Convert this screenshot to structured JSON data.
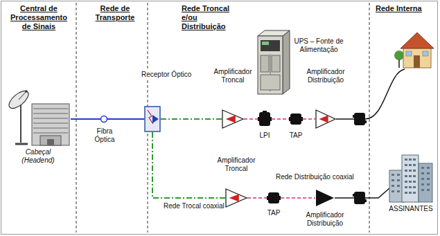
{
  "diagram": {
    "nodes": [
      {
        "text": [
          "Cabeçal (Headend)"
        ]
      },
      {
        "text": [
          "Receptor Óptico"
        ]
      },
      {
        "text": [
          "Amplificador Troncal"
        ]
      },
      {
        "text": [
          "UPS – Fonte de Alimentação"
        ]
      },
      {
        "text": [
          "LPI"
        ]
      },
      {
        "text": [
          "TAP"
        ]
      },
      {
        "text": [
          "Amplificador Distribuição"
        ]
      },
      {
        "text": [
          "Amplificador Troncal"
        ]
      },
      {
        "text": [
          "TAP"
        ]
      },
      {
        "text": [
          "Amplificador Distribuição"
        ]
      },
      {
        "text": [
          "ASSINANTES"
        ]
      }
    ],
    "edges": [
      {
        "from": 0,
        "to": 1,
        "arrow": "none"
      },
      {
        "from": 1,
        "to": 2,
        "arrow": "none"
      },
      {
        "from": 2,
        "to": 4,
        "arrow": "none"
      },
      {
        "from": 4,
        "to": 5,
        "arrow": "none"
      },
      {
        "from": 5,
        "to": 6,
        "arrow": "none"
      },
      {
        "from": 1,
        "to": 7,
        "arrow": "none"
      },
      {
        "from": 7,
        "to": 8,
        "arrow": "none"
      },
      {
        "from": 8,
        "to": 9,
        "arrow": "none"
      }
    ],
    "labels": [
      "Central de Processamento de Sinais",
      "Rede de Transporte",
      "Rede Troncal e/ou Distribuição",
      "Rede Interna",
      "Fibra Óptica",
      "Rede Trocal coaxial",
      "Rede Distribuição coaxial"
    ]
  }
}
